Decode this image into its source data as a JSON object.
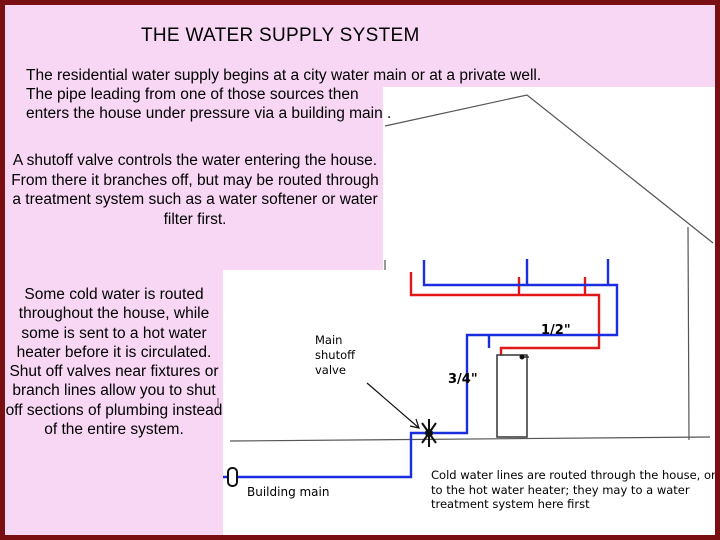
{
  "slide": {
    "title": "THE WATER SUPPLY SYSTEM",
    "intro_lines": [
      "The residential water supply begins at a city water main or at a private well.",
      "The pipe leading from one of those sources then",
      "enters the house under pressure via a building main ."
    ],
    "shutoff_paragraph": "A shutoff valve controls the water entering the house. From there it branches off, but may be routed through a treatment system such as a water softener or water filter first.",
    "cold_water_paragraph": "Some cold water is routed throughout the house, while some is sent to a hot water heater before it is circulated. Shut off valves near fixtures or branch lines allow you to shut off sections of plumbing instead of the entire system."
  },
  "diagram": {
    "main_shutoff_label": "Main shutoff valve",
    "half_inch_label": "1/2\"",
    "three_quarter_label": "3/4\"",
    "building_main_label": "Building main",
    "cold_lines_note": "Cold water lines are routed through the house, or to the hot water heater; they may to a water treatment system here first"
  },
  "colors": {
    "frame": "#7a0f12",
    "pink_panel": "#f7d7f4",
    "cold_pipe": "#1a2ee0",
    "hot_pipe": "#e01818",
    "outline": "#555555"
  }
}
